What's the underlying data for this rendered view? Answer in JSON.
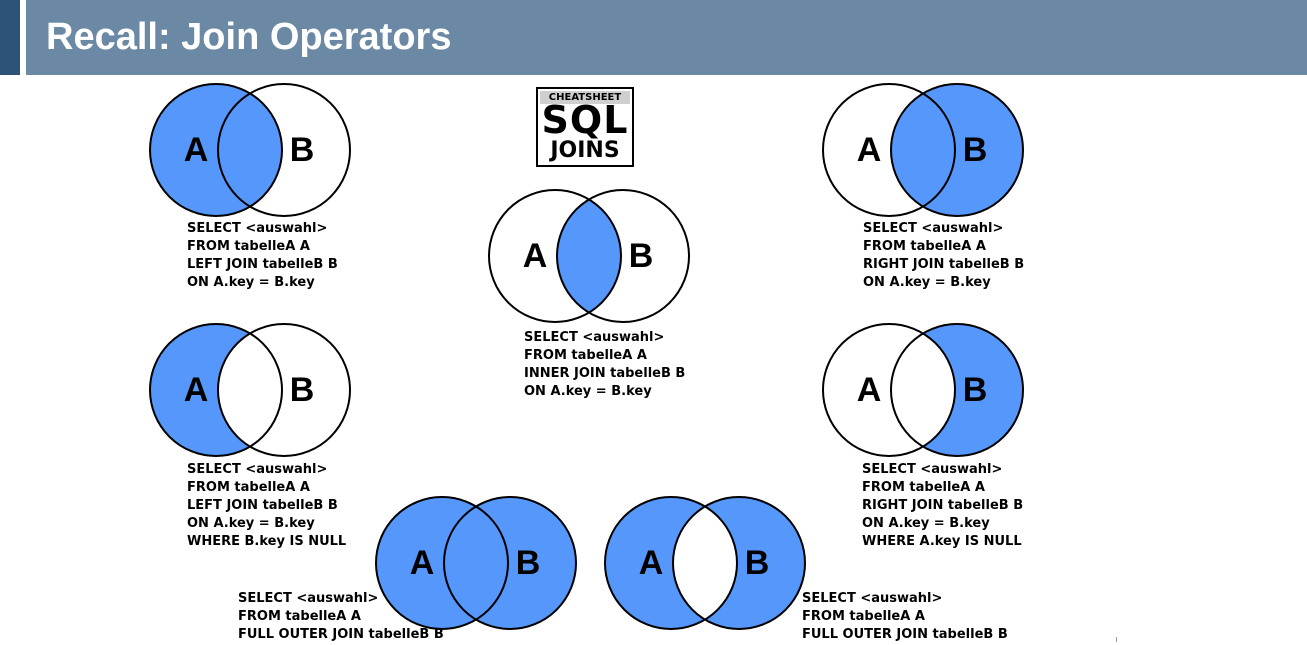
{
  "header": {
    "title": "Recall: Join Operators"
  },
  "logo": {
    "top": "CHEATSHEET",
    "main": "SQL",
    "bottom": "JOINS"
  },
  "colors": {
    "fill": "#5597fb",
    "header_bg": "#6b89a5",
    "header_accent": "#2d5278"
  },
  "diagrams": [
    {
      "id": "left-join",
      "a": "A",
      "b": "B",
      "highlight": "a-full",
      "sql": [
        "SELECT <auswahl>",
        "FROM tabelleA A",
        "LEFT JOIN tabelleB B",
        "ON A.key = B.key"
      ]
    },
    {
      "id": "inner-join",
      "a": "A",
      "b": "B",
      "highlight": "intersection",
      "sql": [
        "SELECT <auswahl>",
        "FROM tabelleA A",
        "INNER JOIN tabelleB B",
        "ON A.key = B.key"
      ]
    },
    {
      "id": "right-join",
      "a": "A",
      "b": "B",
      "highlight": "b-full",
      "sql": [
        "SELECT <auswahl>",
        "FROM tabelleA A",
        "RIGHT JOIN tabelleB B",
        "ON A.key = B.key"
      ]
    },
    {
      "id": "left-excluding-join",
      "a": "A",
      "b": "B",
      "highlight": "a-only",
      "sql": [
        "SELECT <auswahl>",
        "FROM tabelleA A",
        "LEFT JOIN tabelleB B",
        "ON A.key = B.key",
        "WHERE B.key IS NULL"
      ]
    },
    {
      "id": "right-excluding-join",
      "a": "A",
      "b": "B",
      "highlight": "b-only",
      "sql": [
        "SELECT <auswahl>",
        "FROM tabelleA A",
        "RIGHT JOIN tabelleB B",
        "ON A.key = B.key",
        "WHERE A.key IS NULL"
      ]
    },
    {
      "id": "full-outer-join",
      "a": "A",
      "b": "B",
      "highlight": "union",
      "sql": [
        "SELECT <auswahl>",
        "FROM tabelleA A",
        "FULL OUTER JOIN tabelleB B"
      ]
    },
    {
      "id": "full-outer-excluding-join",
      "a": "A",
      "b": "B",
      "highlight": "symmetric-difference",
      "sql": [
        "SELECT <auswahl>",
        "FROM tabelleA A",
        "FULL OUTER JOIN tabelleB B"
      ]
    }
  ]
}
